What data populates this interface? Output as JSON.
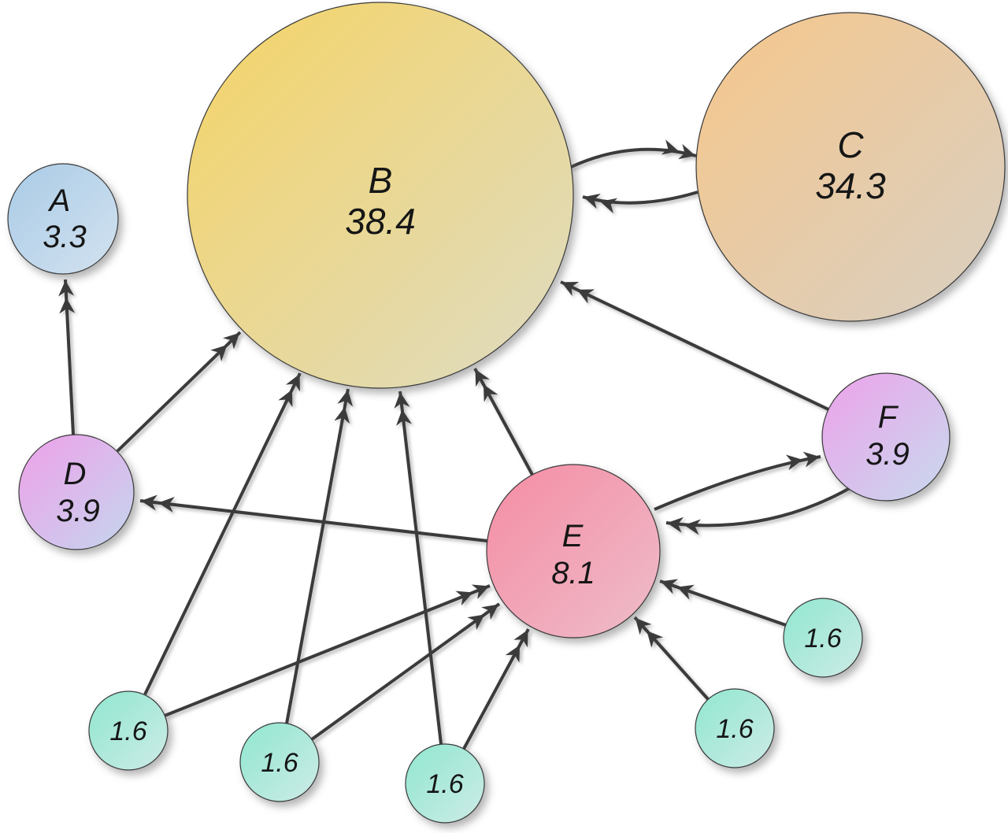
{
  "nodes": [
    {
      "id": "A",
      "label": "A",
      "value": "3.3",
      "fill_from": "#a9cbe6",
      "fill_to": "#d3e2f0"
    },
    {
      "id": "B",
      "label": "B",
      "value": "38.4",
      "fill_from": "#f5d466",
      "fill_to": "#dedbc2"
    },
    {
      "id": "C",
      "label": "C",
      "value": "34.3",
      "fill_from": "#f6c78b",
      "fill_to": "#d8cfc3"
    },
    {
      "id": "D",
      "label": "D",
      "value": "3.9",
      "fill_from": "#efa0e9",
      "fill_to": "#c4d6ee"
    },
    {
      "id": "E",
      "label": "E",
      "value": "8.1",
      "fill_from": "#f58ca4",
      "fill_to": "#eebdc9"
    },
    {
      "id": "F",
      "label": "F",
      "value": "3.9",
      "fill_from": "#eda2ea",
      "fill_to": "#c7daee"
    },
    {
      "id": "m1",
      "label": "",
      "value": "1.6",
      "fill_from": "#90e7d0",
      "fill_to": "#cdebe7"
    },
    {
      "id": "m2",
      "label": "",
      "value": "1.6",
      "fill_from": "#90e7d0",
      "fill_to": "#cdebe7"
    },
    {
      "id": "m3",
      "label": "",
      "value": "1.6",
      "fill_from": "#90e7d0",
      "fill_to": "#cdebe7"
    },
    {
      "id": "m4",
      "label": "",
      "value": "1.6",
      "fill_from": "#90e7d0",
      "fill_to": "#cdebe7"
    },
    {
      "id": "m5",
      "label": "",
      "value": "1.6",
      "fill_from": "#90e7d0",
      "fill_to": "#cdebe7"
    }
  ],
  "edges": [
    {
      "from": "B",
      "to": "C"
    },
    {
      "from": "C",
      "to": "B"
    },
    {
      "from": "D",
      "to": "A"
    },
    {
      "from": "D",
      "to": "B"
    },
    {
      "from": "E",
      "to": "B"
    },
    {
      "from": "E",
      "to": "D"
    },
    {
      "from": "E",
      "to": "F"
    },
    {
      "from": "F",
      "to": "B"
    },
    {
      "from": "F",
      "to": "E"
    },
    {
      "from": "m1",
      "to": "B"
    },
    {
      "from": "m1",
      "to": "E"
    },
    {
      "from": "m2",
      "to": "B"
    },
    {
      "from": "m2",
      "to": "E"
    },
    {
      "from": "m3",
      "to": "B"
    },
    {
      "from": "m3",
      "to": "E"
    },
    {
      "from": "m4",
      "to": "E"
    },
    {
      "from": "m5",
      "to": "E"
    }
  ],
  "colors": {
    "background": "#ffffff",
    "edge_stroke": "#3b3b3b",
    "text": "#161616"
  }
}
